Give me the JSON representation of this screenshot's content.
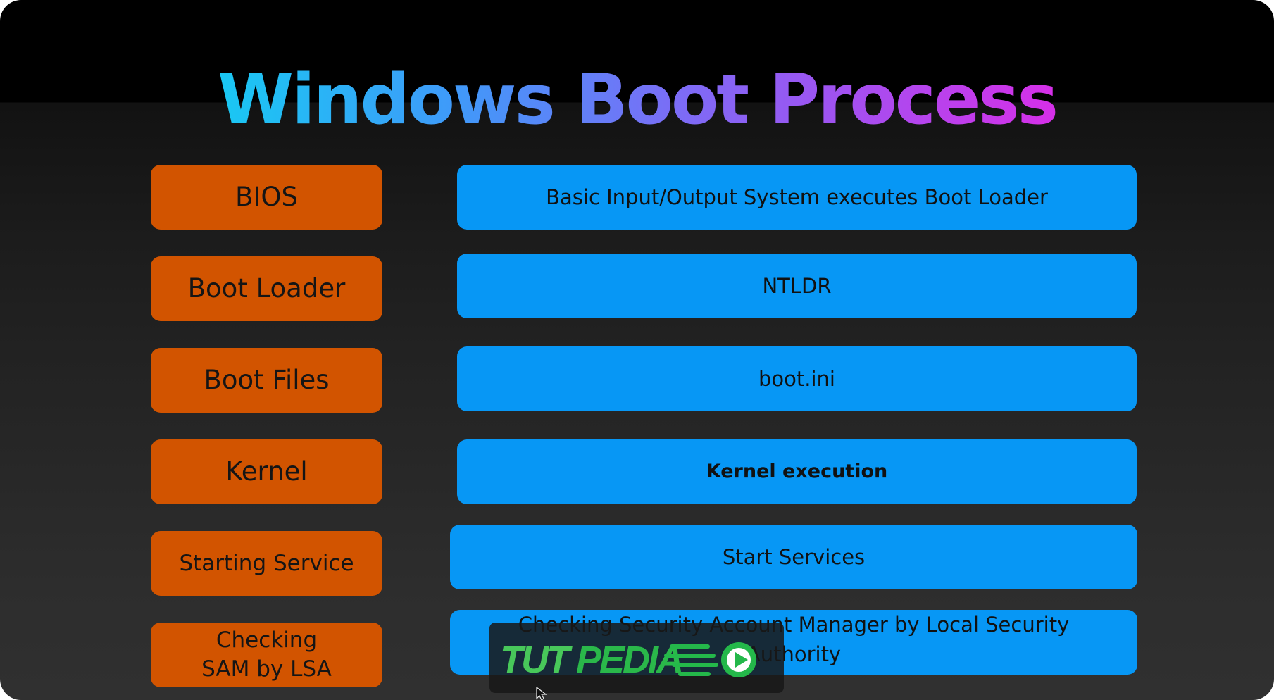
{
  "title": "Windows Boot Process",
  "stages": [
    {
      "label": "BIOS",
      "description": "Basic Input/Output System executes Boot Loader"
    },
    {
      "label": "Boot Loader",
      "description": "NTLDR"
    },
    {
      "label": "Boot Files",
      "description": "boot.ini"
    },
    {
      "label": "Kernel",
      "description": "Kernel execution"
    },
    {
      "label": "Starting Service",
      "description": "Start Services"
    },
    {
      "label": "Checking\nSAM by LSA",
      "description": "Checking Security Account Manager by Local Security Authority"
    }
  ],
  "watermark": {
    "text": "TUT PEDIA",
    "first_part": "TUT",
    "second_part": "PEDIA",
    "icon": "play-icon"
  },
  "colors": {
    "background": "#000000",
    "stage_box": "#d25400",
    "description_box": "#0797f5",
    "title_gradient_start": "#19c8f3",
    "title_gradient_end": "#d62fe8",
    "watermark_green": "#2ab84a"
  }
}
